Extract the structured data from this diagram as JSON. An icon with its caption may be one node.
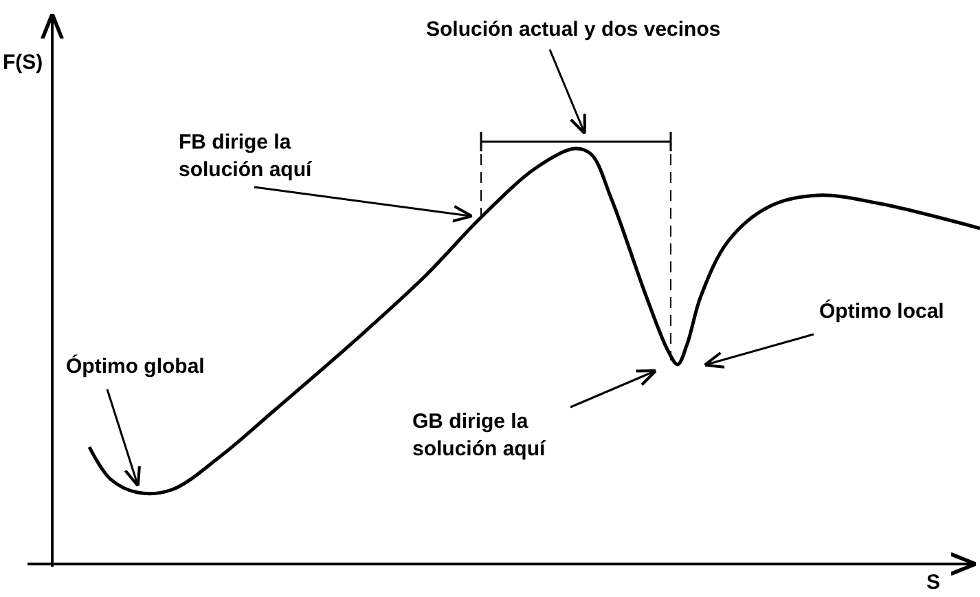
{
  "diagram": {
    "nodes": [
      {
        "text": [
          "Solución actual y dos vecinos"
        ]
      },
      {
        "text": [
          "FB dirige la solución aquí"
        ]
      },
      {
        "text": [
          "Óptimo global"
        ]
      },
      {
        "text": [
          "Óptimo local"
        ]
      },
      {
        "text": [
          "GB dirige la solución aquí"
        ]
      },
      {
        "text": [],
        "shape": "bar"
      }
    ],
    "edges": [
      {
        "from": 0,
        "to": 5,
        "arrow": "to"
      },
      {
        "from": 1,
        "to": null,
        "arrow": "to"
      },
      {
        "from": 2,
        "to": null,
        "arrow": "to"
      },
      {
        "from": 3,
        "to": null,
        "arrow": "to"
      },
      {
        "from": 4,
        "to": null,
        "arrow": "to"
      }
    ],
    "labels": [
      "F(S)",
      "S"
    ]
  }
}
